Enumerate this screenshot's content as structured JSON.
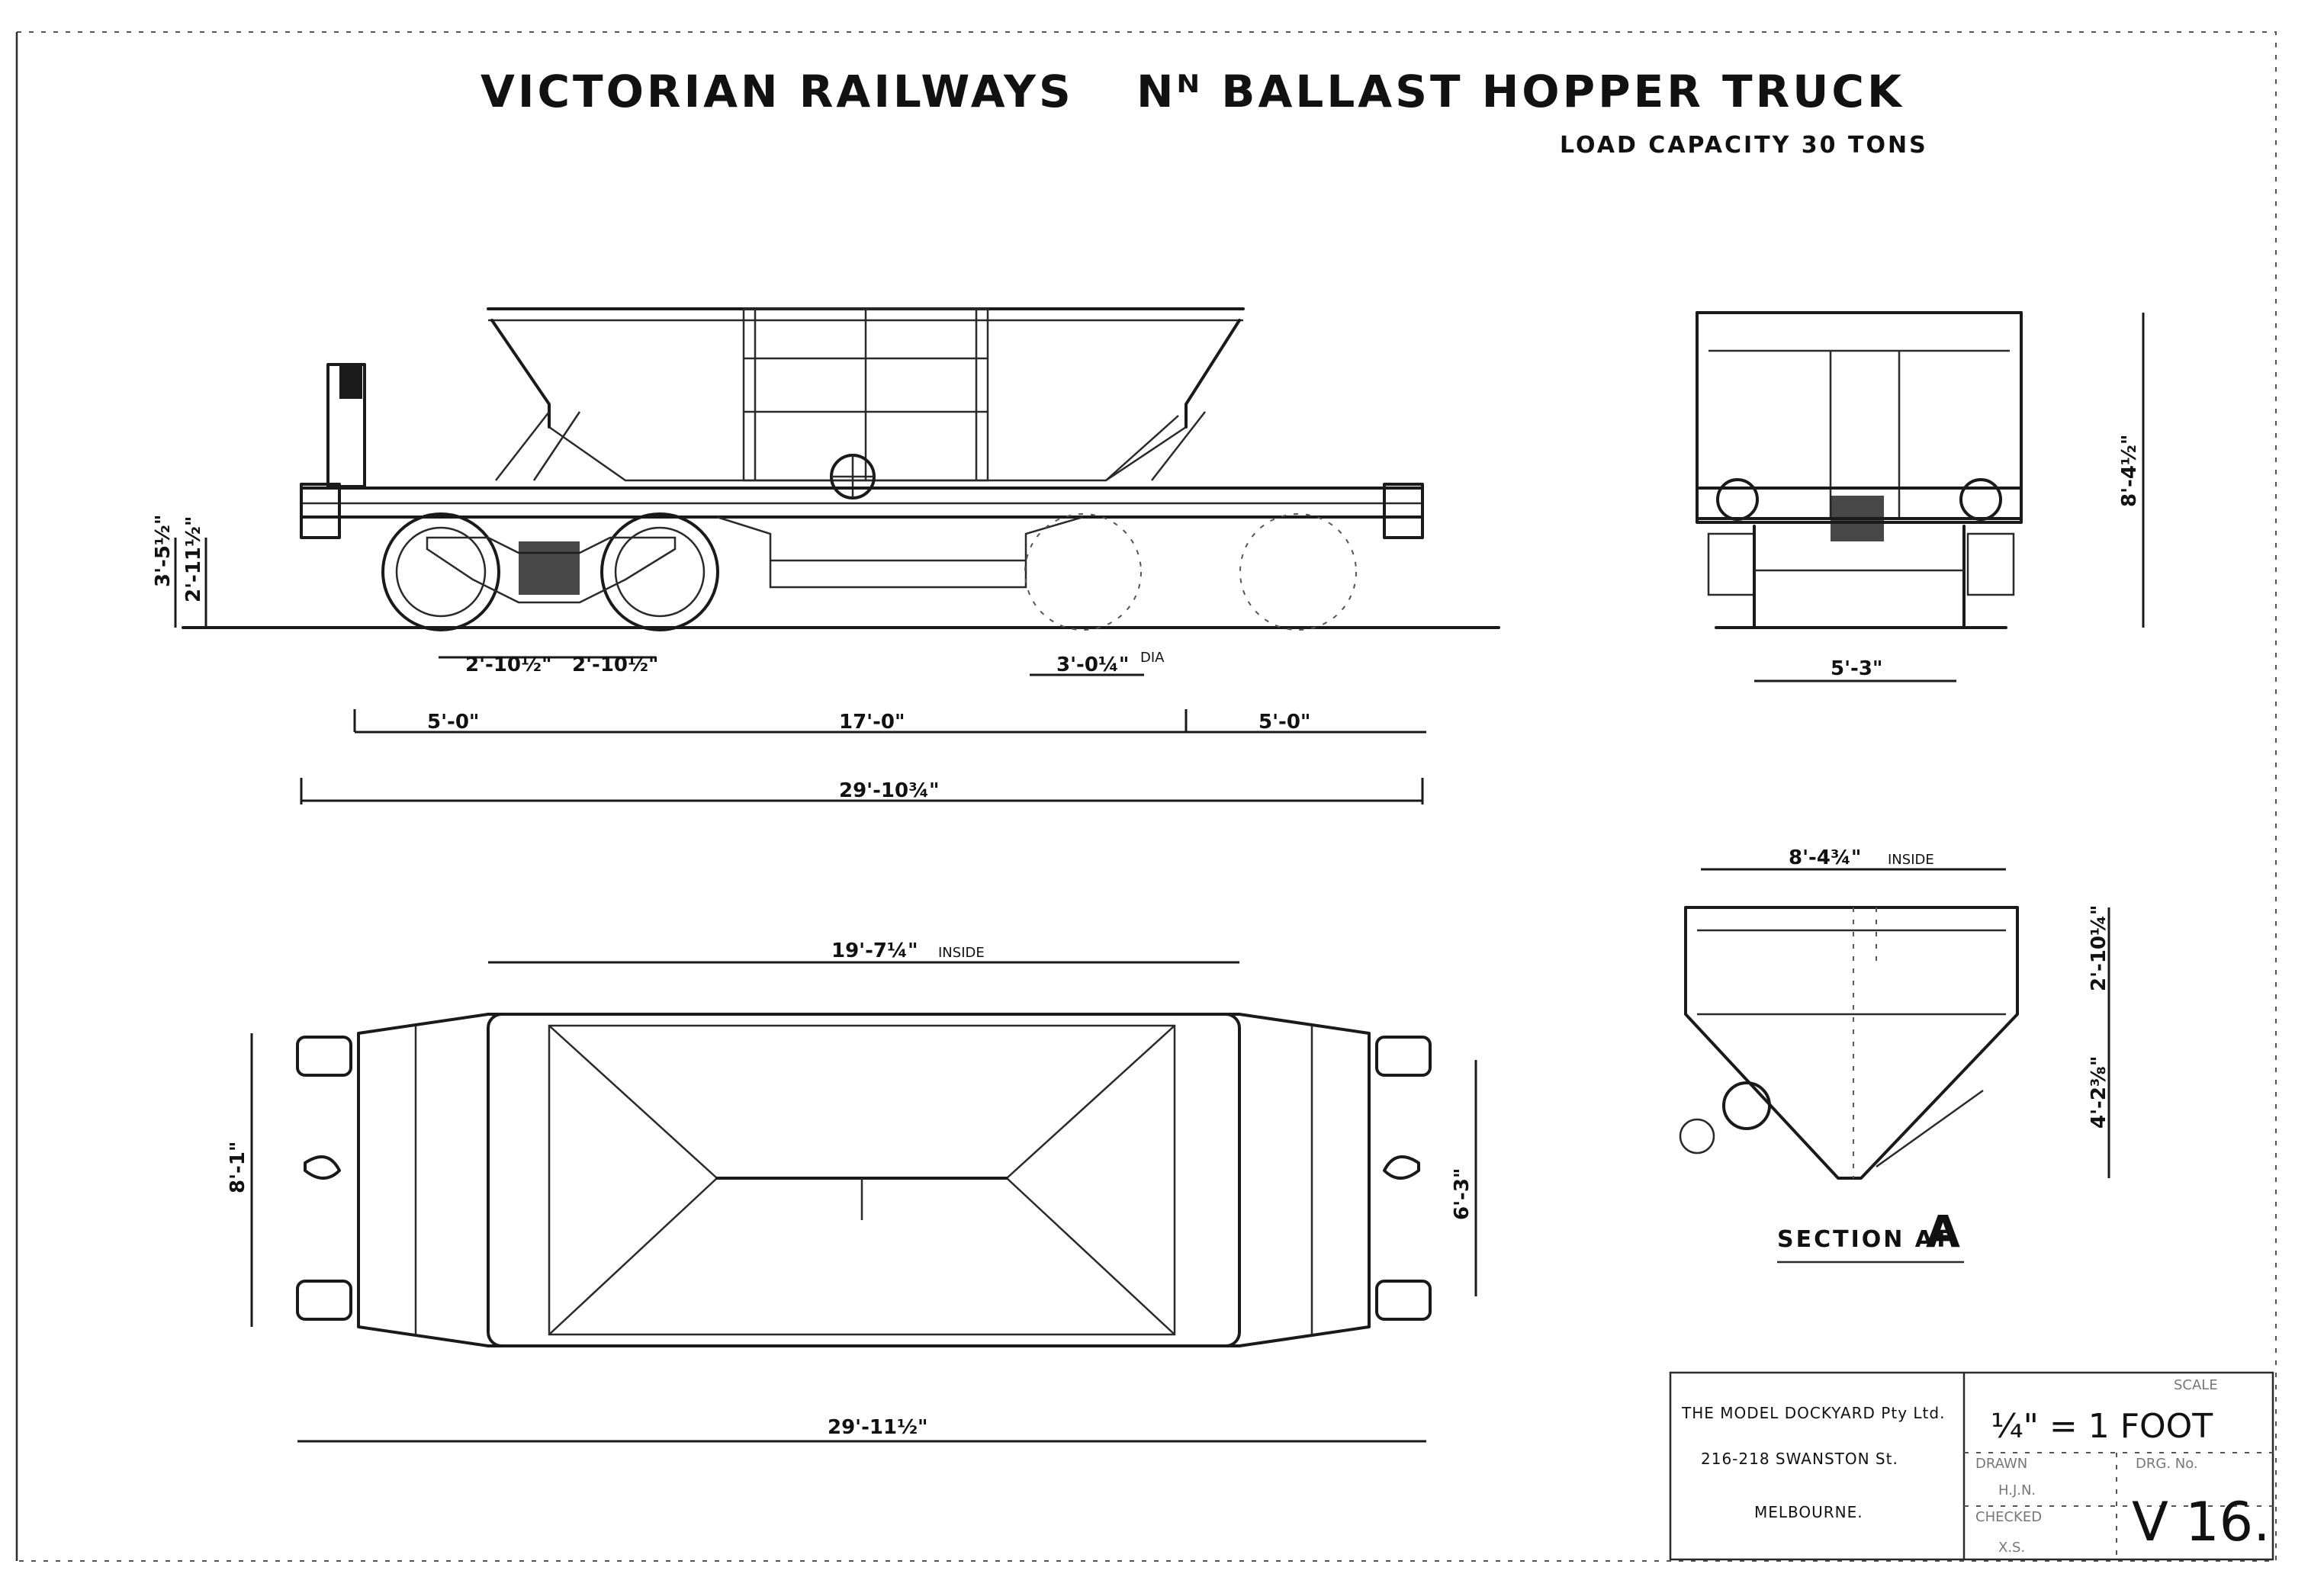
{
  "title": {
    "line1": "VICTORIAN RAILWAYS",
    "line2": "Nᴺ BALLAST HOPPER TRUCK",
    "subtitle": "LOAD CAPACITY 30 TONS"
  },
  "side_elevation": {
    "dims": {
      "overall_height_left": "3'-5½\"",
      "height_to_frame": "2'-11½\"",
      "wheelbase_a": "2'-10½\"",
      "wheelbase_b": "2'-10½\"",
      "wheel_dia": "3'-0¼\"",
      "dia_suffix": "DIA",
      "overhang_left": "5'-0\"",
      "bogie_centres": "17'-0\"",
      "overhang_right": "5'-0\"",
      "overall_length": "29'-10¾\""
    }
  },
  "end_elevation": {
    "dims": {
      "height": "8'-4½\"",
      "gauge": "5'-3\""
    }
  },
  "plan": {
    "dims": {
      "inside_length": "19'-7¼\"",
      "inside_label": "INSIDE",
      "overall_width": "8'-1\"",
      "inner_width": "6'-3\"",
      "overall_length": "29'-11½\""
    }
  },
  "section": {
    "label": "SECTION AT",
    "marker": "A",
    "dims": {
      "inside_width": "8'-4¾\"",
      "inside_label": "INSIDE",
      "upper_height": "2'-10¼\"",
      "lower_height": "4'-2⅜\""
    }
  },
  "title_block": {
    "company_line1": "THE  MODEL  DOCKYARD  Pty Ltd.",
    "company_line2": "216-218  SWANSTON  St.",
    "company_line3": "MELBOURNE.",
    "scale_label": "SCALE",
    "scale_value": "¼\" = 1 FOOT",
    "drawn_label": "DRAWN",
    "drawn_value": "H.J.N.",
    "checked_label": "CHECKED",
    "checked_value": "X.S.",
    "drg_label": "DRG. No.",
    "drg_value": "V 16."
  }
}
